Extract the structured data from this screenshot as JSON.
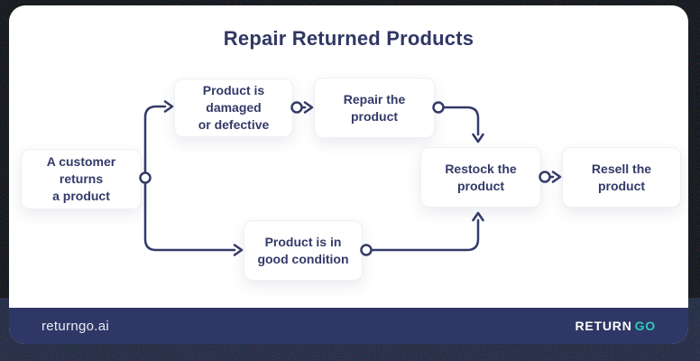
{
  "title": "Repair Returned Products",
  "nodes": [
    {
      "id": "customer-returns",
      "label": "A customer\nreturns\na product"
    },
    {
      "id": "damaged-defective",
      "label": "Product is\ndamaged\nor defective"
    },
    {
      "id": "repair",
      "label": "Repair the\nproduct"
    },
    {
      "id": "good-condition",
      "label": "Product is in\ngood condition"
    },
    {
      "id": "restock",
      "label": "Restock the\nproduct"
    },
    {
      "id": "resell",
      "label": "Resell the\nproduct"
    }
  ],
  "edges": [
    {
      "from": "customer-returns",
      "to": "damaged-defective"
    },
    {
      "from": "customer-returns",
      "to": "good-condition"
    },
    {
      "from": "damaged-defective",
      "to": "repair"
    },
    {
      "from": "repair",
      "to": "restock"
    },
    {
      "from": "good-condition",
      "to": "restock"
    },
    {
      "from": "restock",
      "to": "resell"
    }
  ],
  "footer": {
    "website": "returngo.ai",
    "brand": {
      "prefix": "RETURN",
      "suffix": "GO"
    }
  },
  "colors": {
    "navy_text": "#333a68",
    "title_navy": "#303763",
    "teal_accent": "#2ec9b9",
    "footer_bg": "#2f3766",
    "card_bg": "#ffffff",
    "outer_bg": "#0a0b14"
  }
}
